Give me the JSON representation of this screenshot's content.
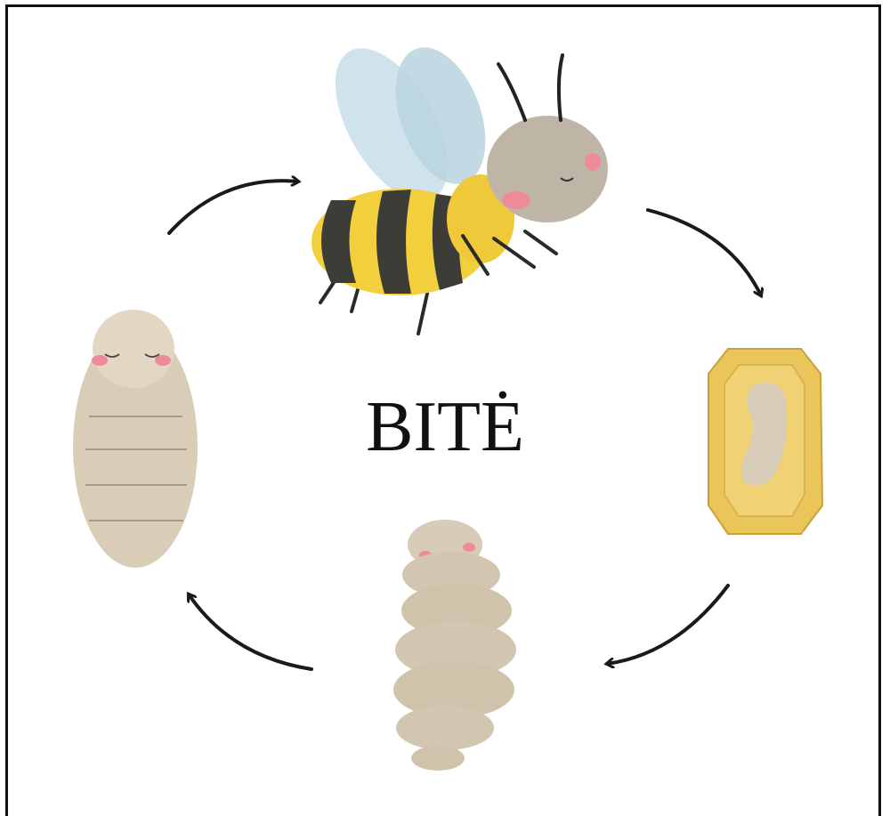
{
  "title": "BITĖ",
  "stages": [
    {
      "name": "adult-bee"
    },
    {
      "name": "egg-in-cell"
    },
    {
      "name": "larva"
    },
    {
      "name": "pupa"
    }
  ],
  "colors": {
    "arrow": "#1a1a1a",
    "bee_yellow": "#f2cf3c",
    "bee_dark": "#3e3c37",
    "wing": "#c8dde8",
    "body_beige": "#d9cdb8",
    "cell_gold": "#eac55a",
    "cheek": "#ef8a9a"
  }
}
